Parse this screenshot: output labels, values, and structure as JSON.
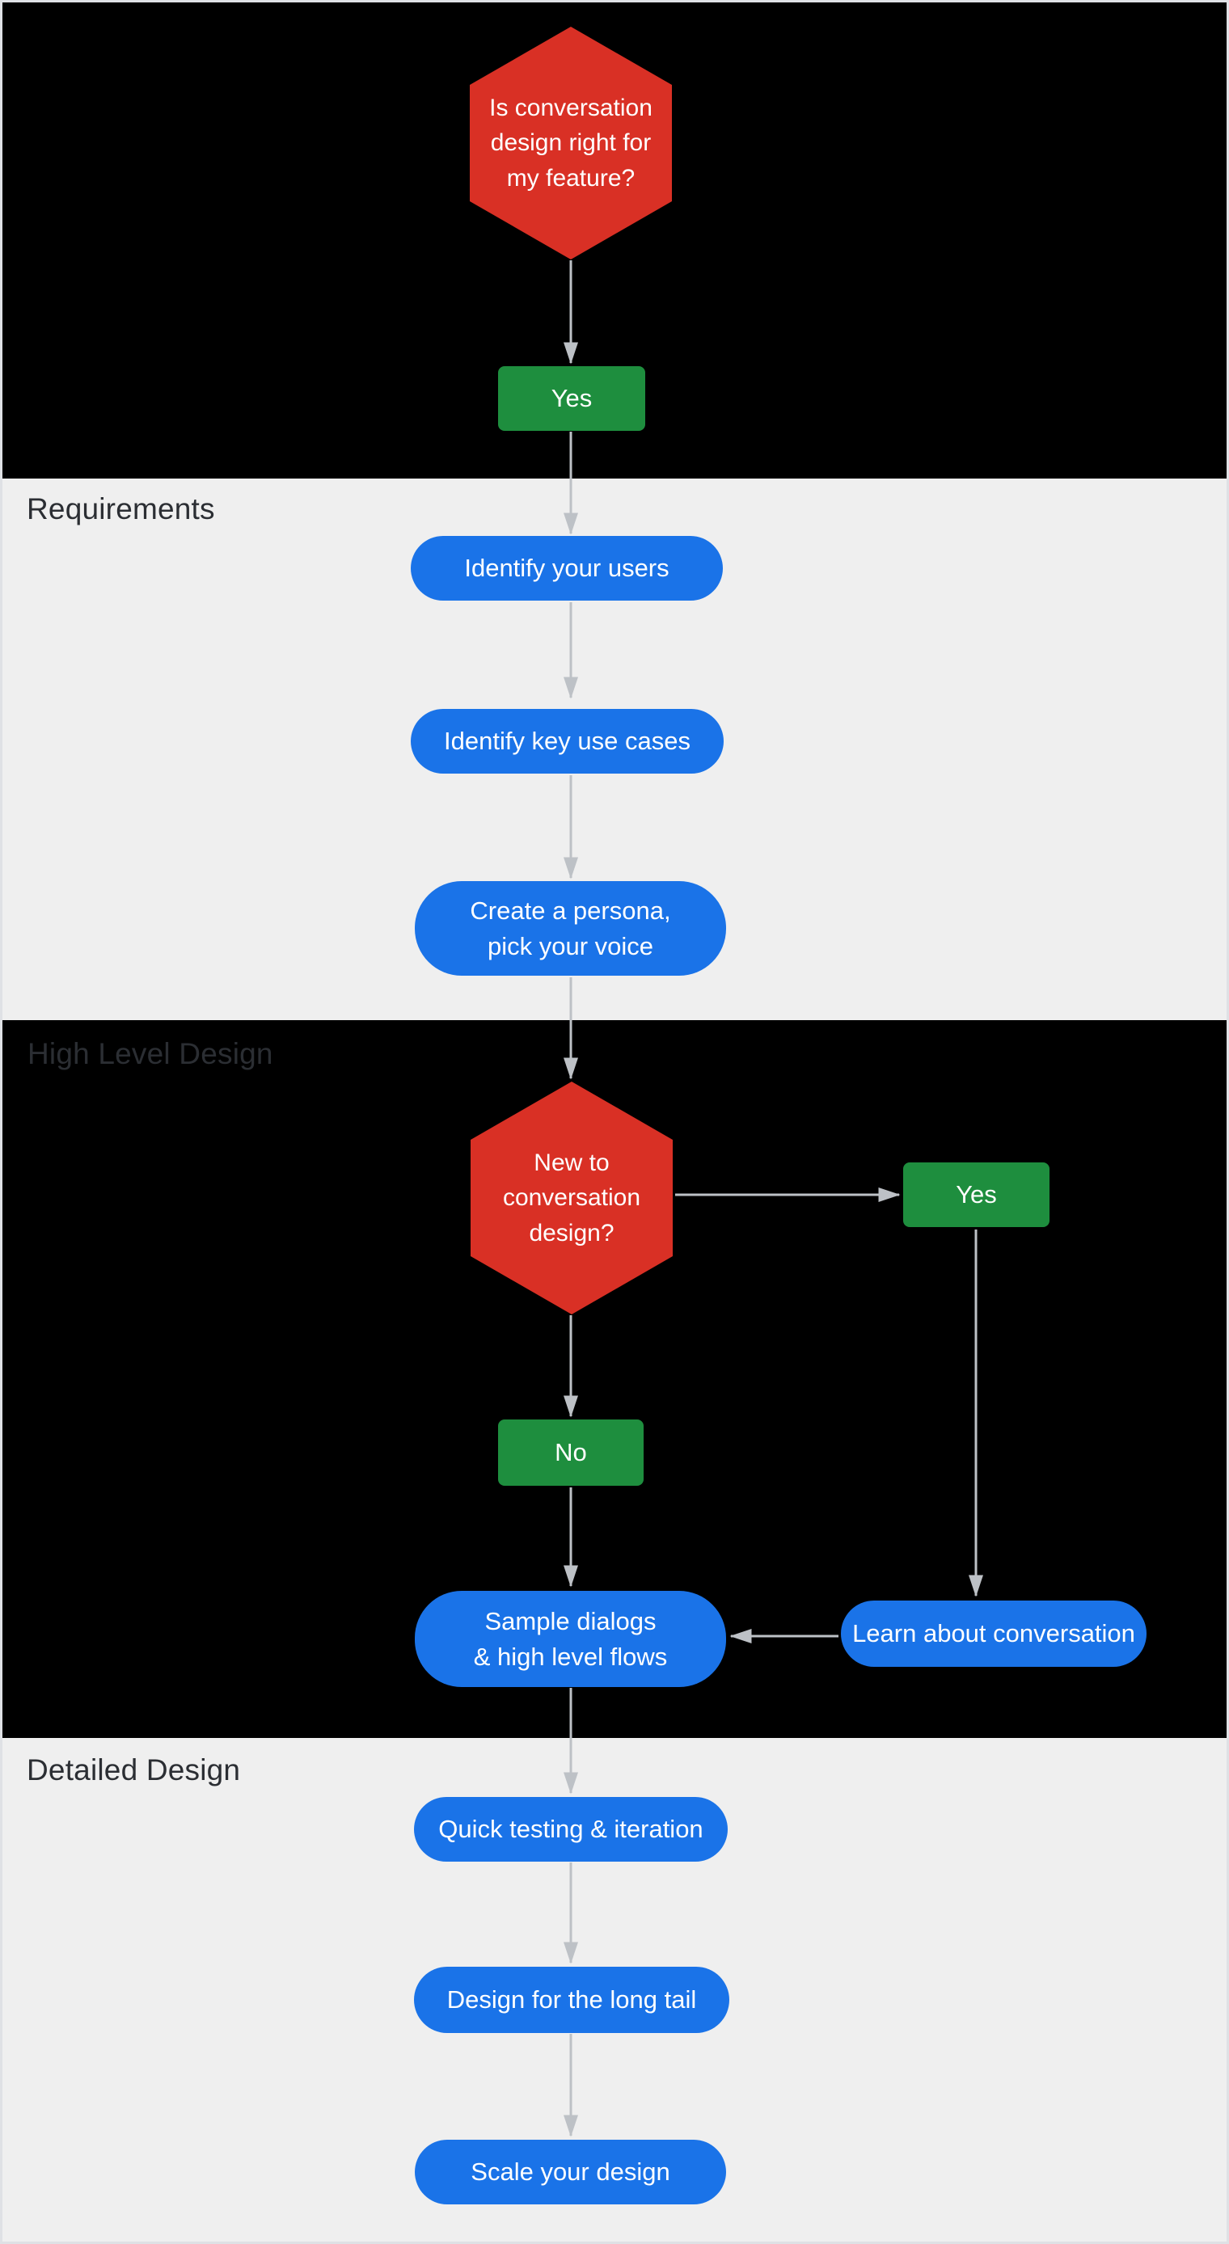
{
  "colors": {
    "section-dark": "#000000",
    "section-light": "#efefef",
    "frame-border": "#dfe1e5",
    "decision": "#d93025",
    "confirm": "#1e8e3e",
    "step": "#1a73e8",
    "arrow": "#bdc1c6",
    "node-text": "#ffffff",
    "section-label": "#2b2e33"
  },
  "sections": {
    "requirements": {
      "label": "Requirements"
    },
    "high_level_design": {
      "label": "High Level Design"
    },
    "detailed_design": {
      "label": "Detailed Design"
    }
  },
  "nodes": {
    "q_right_for_feature": "Is conversation\ndesign right for\nmy feature?",
    "yes_start": "Yes",
    "identify_users": "Identify your users",
    "identify_use_cases": "Identify key use cases",
    "create_persona": "Create a persona,\npick your voice",
    "q_new_to_design": "New to\nconversation\ndesign?",
    "yes_new": "Yes",
    "no_new": "No",
    "sample_dialogs": "Sample dialogs\n& high level flows",
    "learn_conversation": "Learn about conversation",
    "quick_testing": "Quick testing & iteration",
    "design_long_tail": "Design for the long tail",
    "scale_design": "Scale your design"
  }
}
